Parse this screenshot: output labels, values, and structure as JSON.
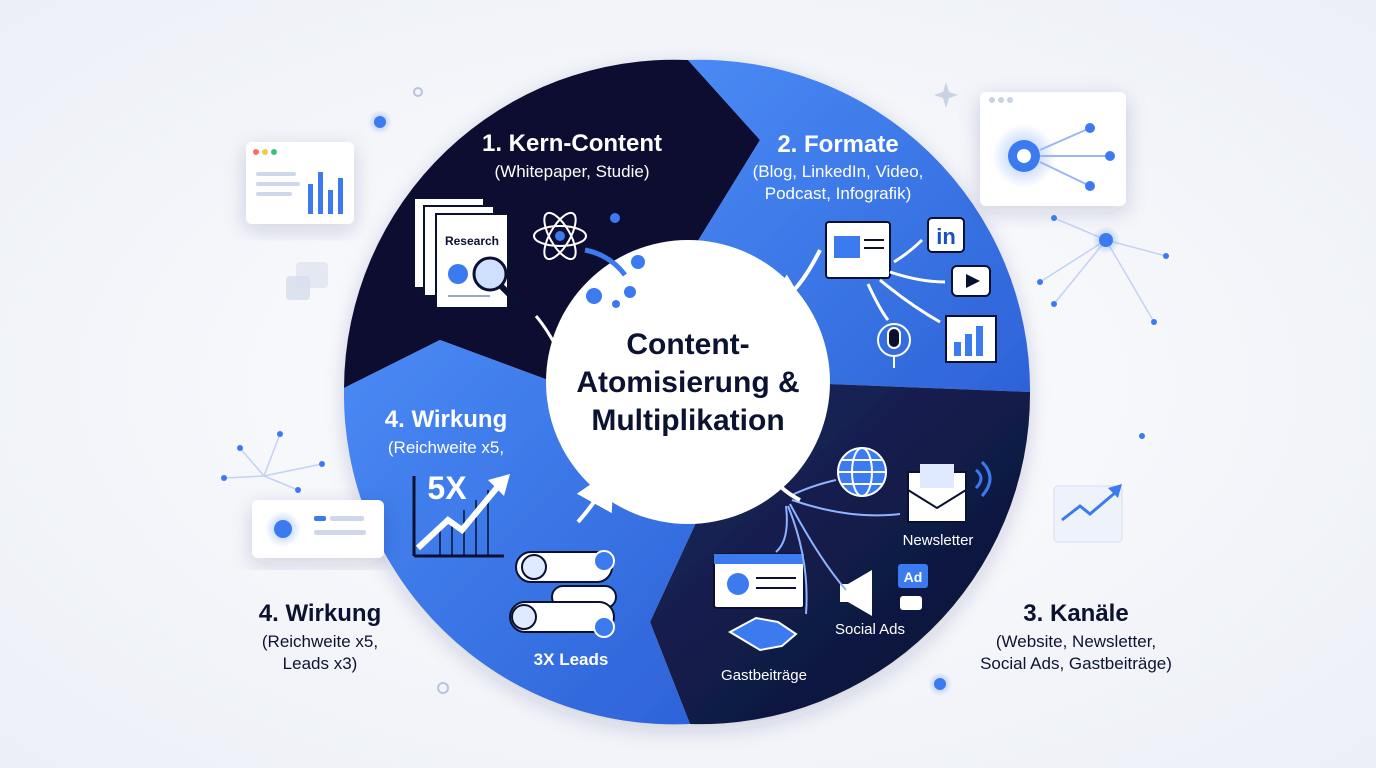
{
  "center": {
    "line1": "Content-",
    "line2": "Atomisierung &",
    "line3": "Multiplikation"
  },
  "segments": {
    "kern": {
      "title": "1. Kern-Content",
      "subtitle": "(Whitepaper, Studie)",
      "doc_label": "Research"
    },
    "formate": {
      "title": "2. Formate",
      "subtitle_line1": "(Blog, LinkedIn, Video,",
      "subtitle_line2": "Podcast, Infografik)",
      "linkedin_glyph": "in"
    },
    "kanaele": {
      "newsletter": "Newsletter",
      "social_ads": "Social Ads",
      "gastbeitraege": "Gastbeiträge",
      "ad_badge": "Ad"
    },
    "wirkung": {
      "title": "4. Wirkung",
      "subtitle": "(Reichweite x5,",
      "multiplier": "5X",
      "leads": "3X Leads"
    }
  },
  "outer_labels": {
    "kanaele": {
      "title": "3. Kanäle",
      "line1": "(Website, Newsletter,",
      "line2": "Social Ads, Gastbeiträge)"
    },
    "wirkung": {
      "title": "4. Wirkung",
      "line1": "(Reichweite x5,",
      "line2": "Leads x3)"
    }
  },
  "colors": {
    "navy": "#0a1130",
    "navy2": "#121d4e",
    "blue": "#3b7bef",
    "blue_dark": "#2f67dc",
    "accent": "#3a78f0"
  }
}
